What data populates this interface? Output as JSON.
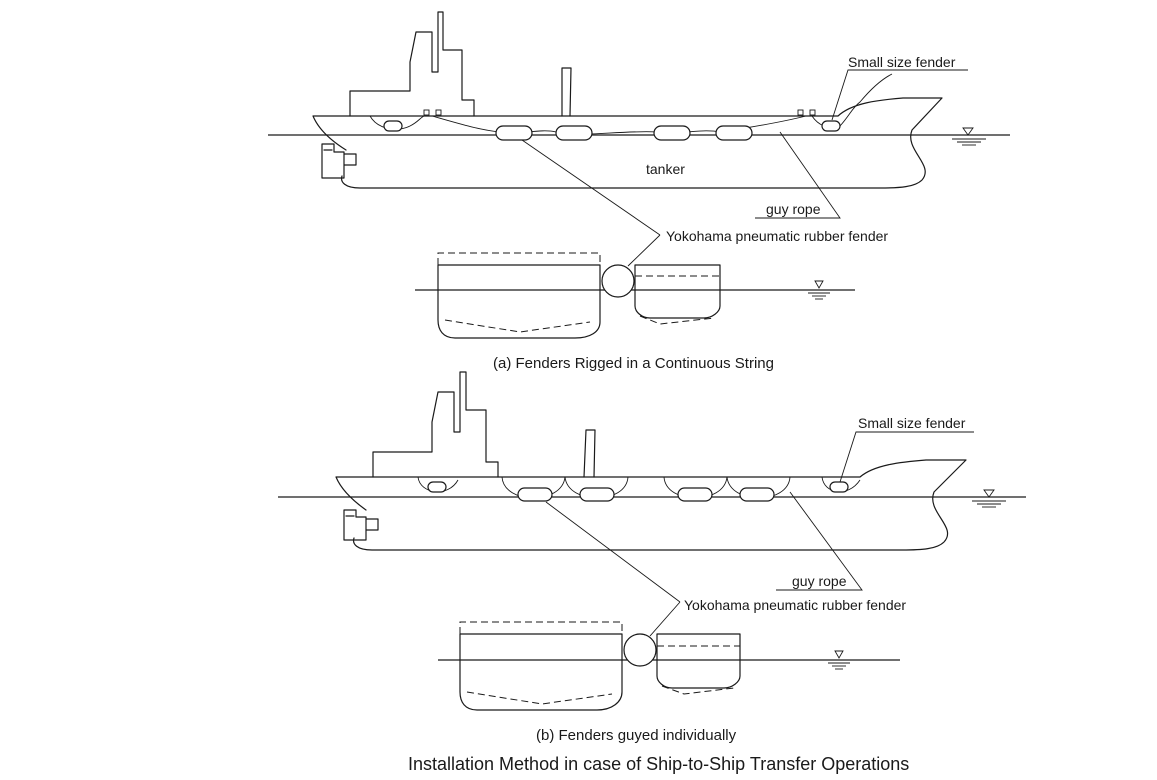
{
  "diagram_a": {
    "label_small_fender": "Small size fender",
    "label_tanker": "tanker",
    "label_guy_rope": "guy rope",
    "label_pneumatic_fender": "Yokohama pneumatic rubber fender",
    "caption": "(a) Fenders Rigged in a Continuous String"
  },
  "diagram_b": {
    "label_small_fender": "Small size fender",
    "label_guy_rope": "guy rope",
    "label_pneumatic_fender": "Yokohama pneumatic rubber fender",
    "caption": "(b) Fenders guyed individually"
  },
  "title": "Installation Method in case of Ship-to-Ship Transfer Operations",
  "colors": {
    "line": "#1a1a1a",
    "background": "#ffffff"
  }
}
